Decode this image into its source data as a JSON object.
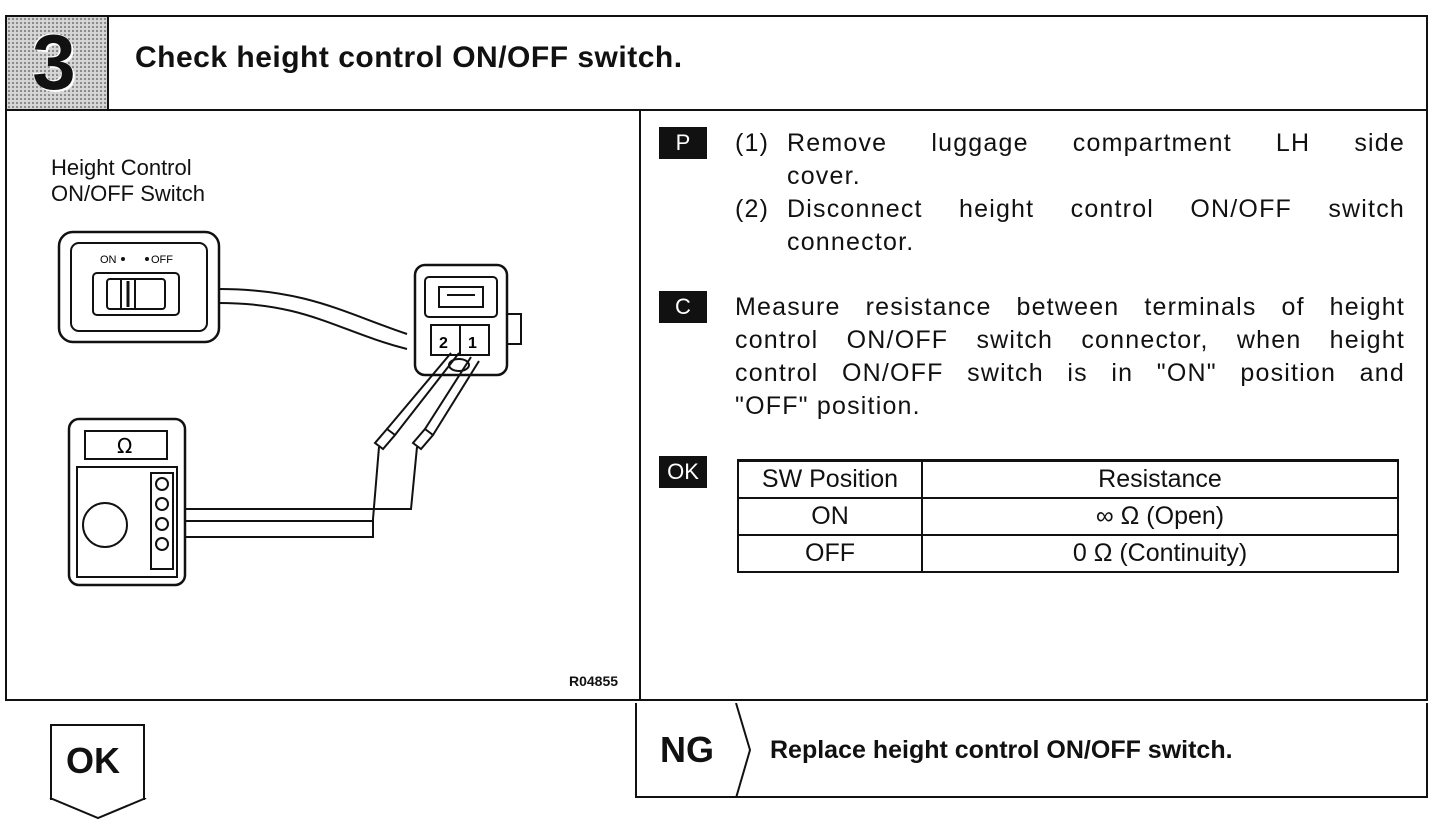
{
  "step": {
    "number": "3",
    "title": "Check height control ON/OFF switch."
  },
  "diagram": {
    "label_line1": "Height Control",
    "label_line2": "ON/OFF Switch",
    "switch_on": "ON",
    "switch_off": "OFF",
    "pin_2": "2",
    "pin_1": "1",
    "meter_symbol": "Ω",
    "ref_code": "R04855"
  },
  "prep": {
    "badge": "P",
    "step1_num": "(1)",
    "step1_line1": "Remove luggage compartment LH side",
    "step1_line2": "cover.",
    "step2_num": "(2)",
    "step2_line1": "Disconnect height control ON/OFF switch",
    "step2_line2": "connector."
  },
  "check": {
    "badge": "C",
    "line1": "Measure resistance between terminals of height",
    "line2": "control ON/OFF switch connector, when height",
    "line3": "control ON/OFF switch is in \"ON\" position and",
    "line4": "\"OFF\" position."
  },
  "ok_spec": {
    "badge": "OK",
    "headers": [
      "SW Position",
      "Resistance"
    ],
    "rows": [
      [
        "ON",
        "∞ Ω (Open)"
      ],
      [
        "OFF",
        "0 Ω (Continuity)"
      ]
    ]
  },
  "result": {
    "ok_label": "OK",
    "ng_label": "NG",
    "ng_action": "Replace height control ON/OFF switch."
  }
}
